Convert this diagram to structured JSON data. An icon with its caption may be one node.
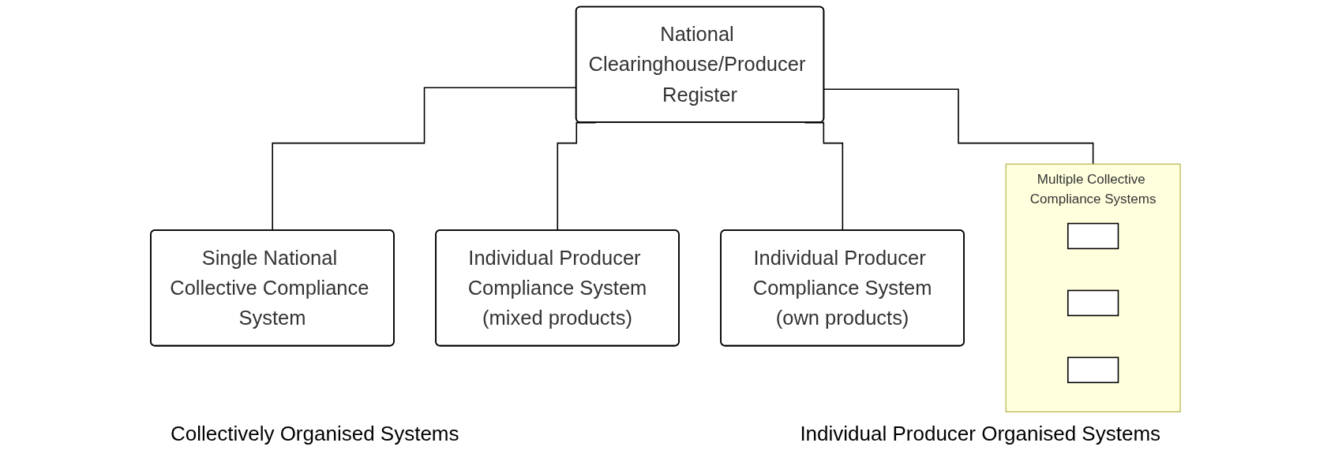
{
  "diagram": {
    "nodes": [
      {
        "text": [
          "National Clearinghouse/Producer Register"
        ]
      },
      {
        "text": [
          "Single National Collective Compliance System"
        ]
      },
      {
        "text": [
          "Multiple Collective Compliance Systems"
        ]
      },
      {
        "text": [],
        "shape": "box",
        "in": 2
      },
      {
        "text": [],
        "shape": "box",
        "in": 2
      },
      {
        "text": [],
        "shape": "box",
        "in": 2
      },
      {
        "text": [
          "Individual Producer Compliance System",
          "(mixed products)"
        ]
      },
      {
        "text": [
          "Individual Producer Compliance System",
          "(own products)"
        ]
      }
    ],
    "edges": [
      {
        "from": 0,
        "to": 1,
        "arrow": "none"
      },
      {
        "from": 0,
        "to": 2,
        "arrow": "none"
      },
      {
        "from": 0,
        "to": 6,
        "arrow": "none"
      },
      {
        "from": 0,
        "to": 7,
        "arrow": "none"
      }
    ],
    "labels": [
      "Collectively Organised Systems",
      "Individual Producer Organised Systems"
    ]
  }
}
